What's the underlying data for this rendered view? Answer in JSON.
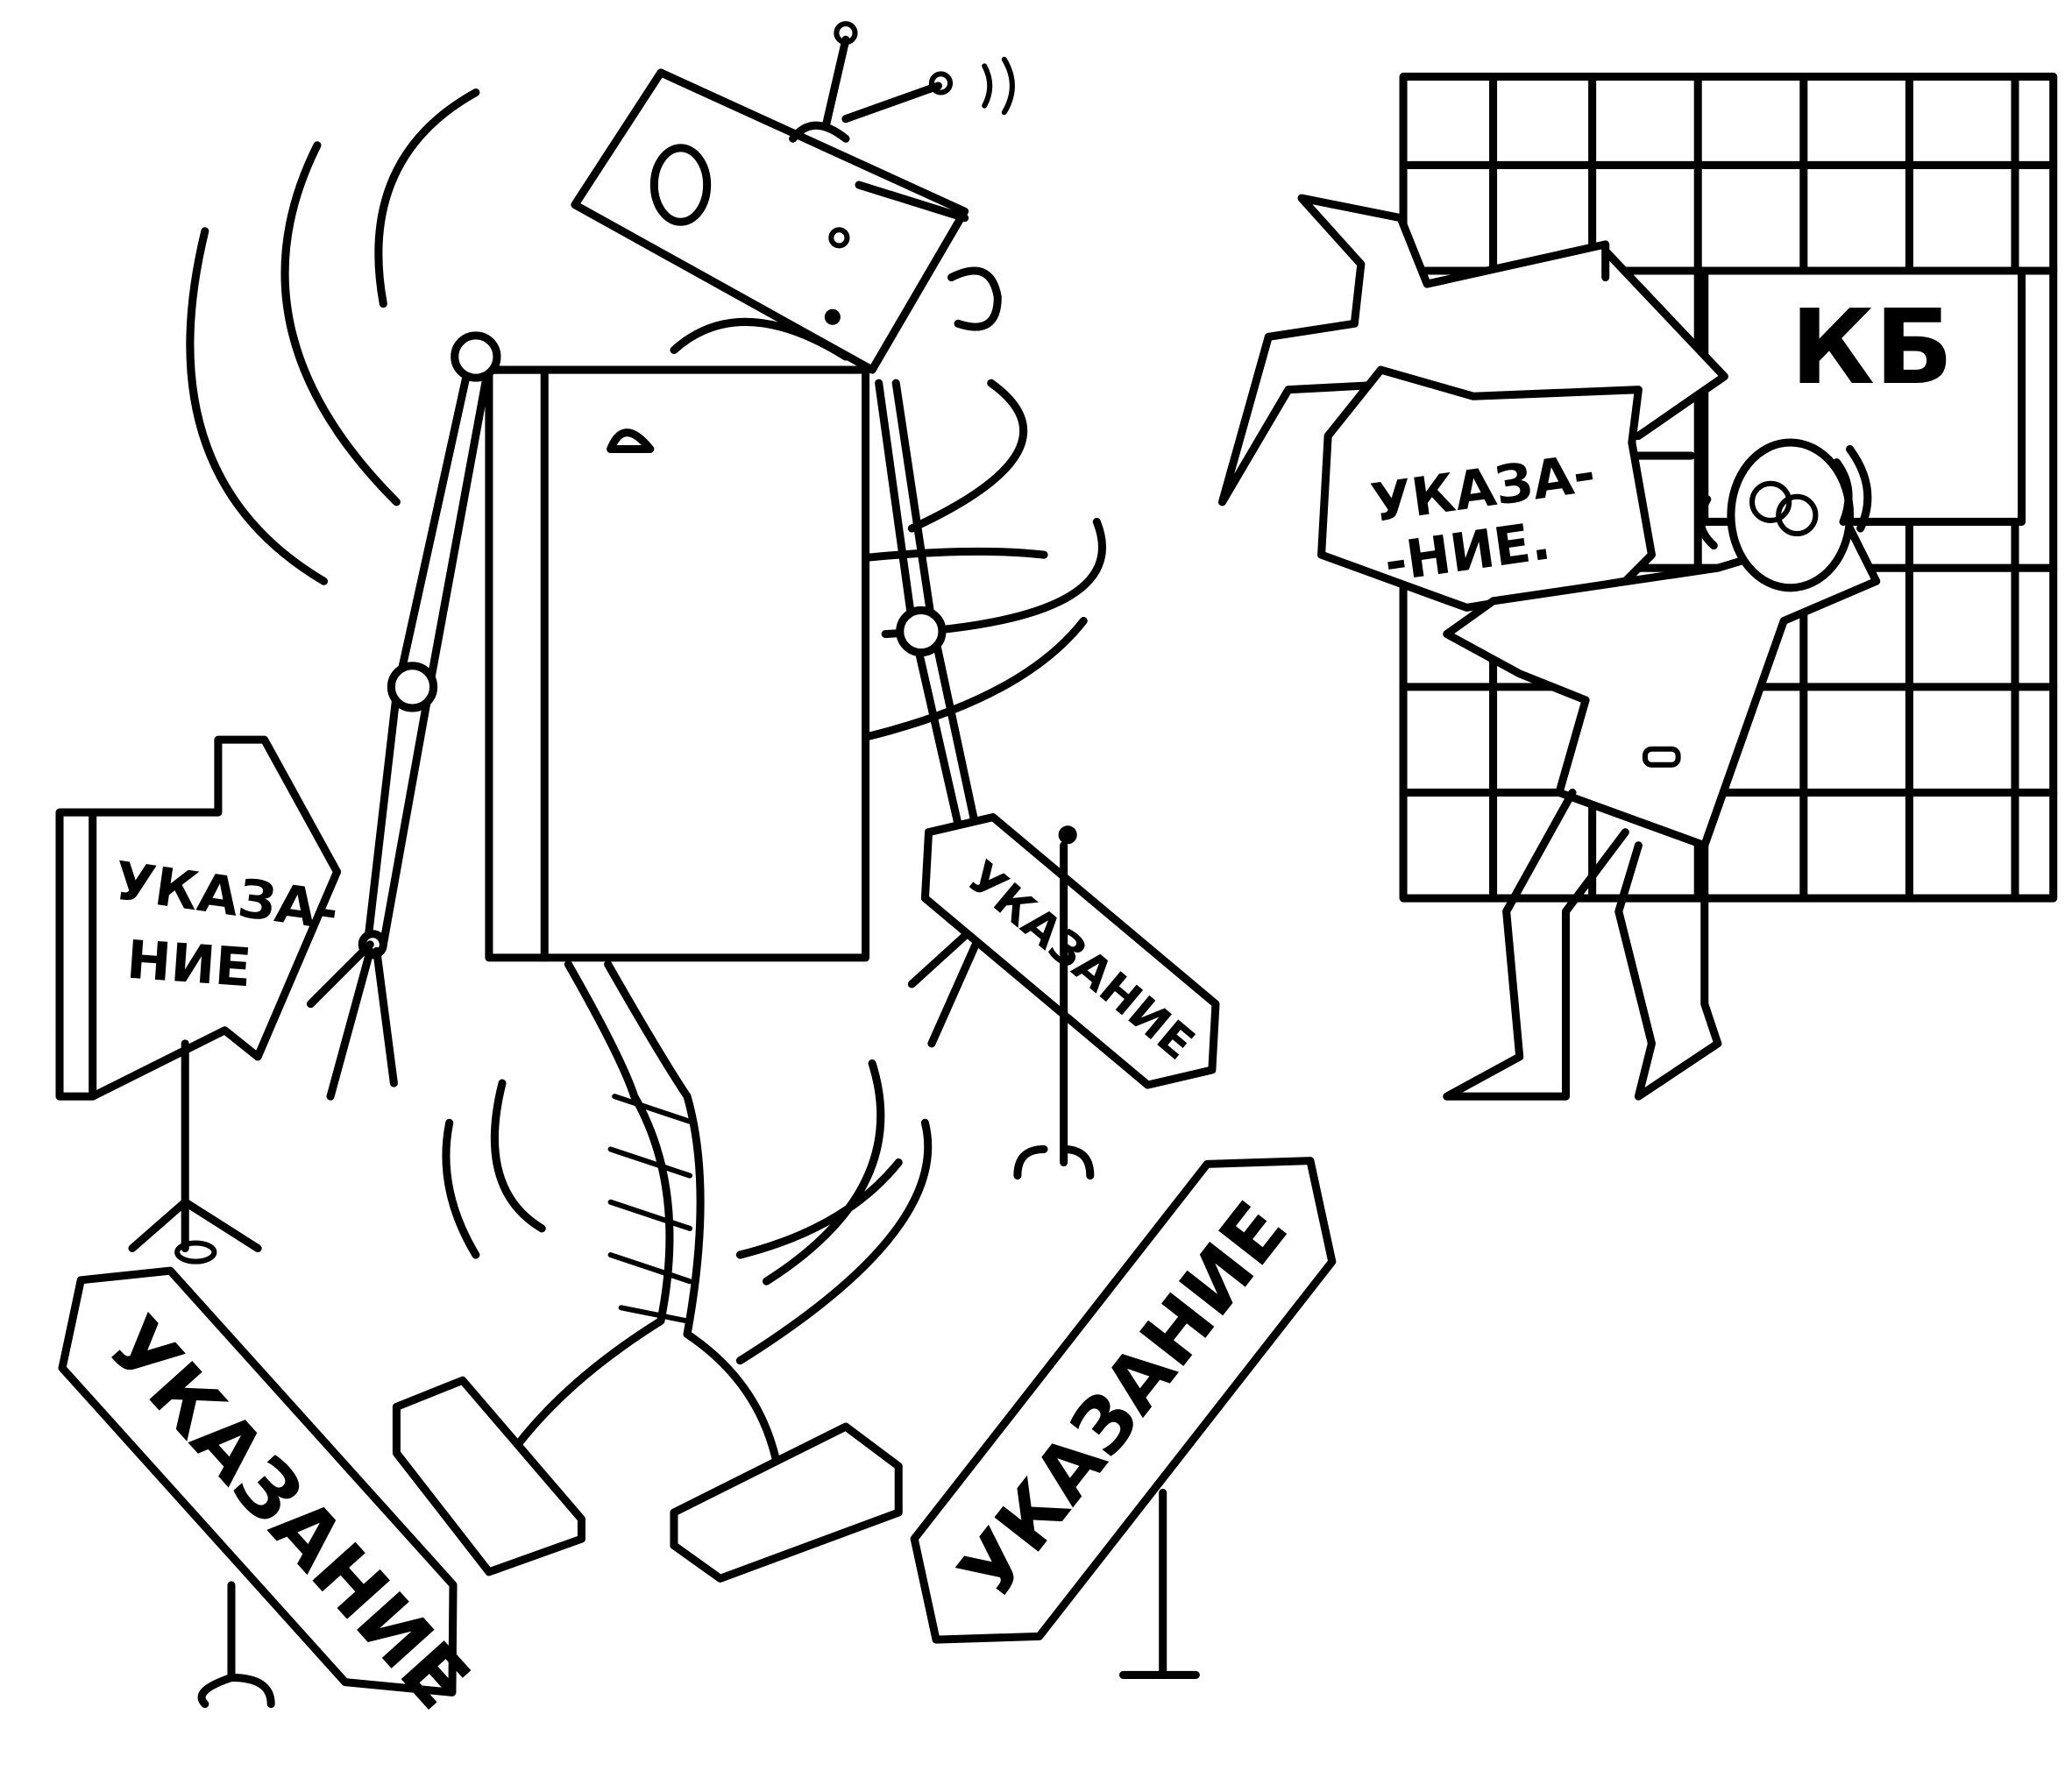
{
  "illustration": {
    "signs": {
      "top_left": {
        "line1": "УКАЗА-",
        "line2": "НИЕ"
      },
      "right_held": {
        "text": "УКАЗАНИЕ"
      },
      "bottom_left": {
        "text": "УКАЗАНИЕ"
      },
      "bottom_right": {
        "text": "УКАЗАНИЕ"
      },
      "carried": {
        "line1": "УКАЗА-",
        "line2": "-НИЕ."
      }
    },
    "building_label": "КБ"
  }
}
